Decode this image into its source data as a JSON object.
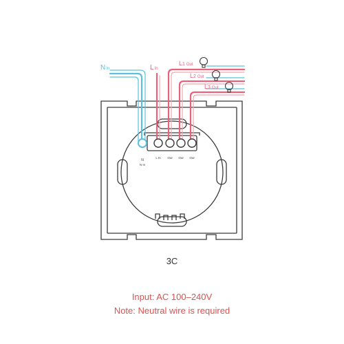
{
  "wires": {
    "neutral_in": {
      "letter": "N",
      "sub": "In"
    },
    "live_in": {
      "letter": "L",
      "sub": "In"
    },
    "l1_out": {
      "letter": "L",
      "num": "1",
      "sub": "Out"
    },
    "l2_out": {
      "letter": "L",
      "num": "2",
      "sub": "Out"
    },
    "l3_out": {
      "letter": "L",
      "num": "3",
      "sub": "Out"
    }
  },
  "terminals": {
    "neutral": {
      "symbol": "N",
      "label": "N In"
    },
    "live": {
      "label": "L In"
    },
    "out1": {
      "label": "Out"
    },
    "out2": {
      "label": "Out"
    },
    "out3": {
      "label": "Out"
    }
  },
  "model_label": "3C",
  "notes": {
    "input": "Input: AC 100–240V",
    "neutral": "Note: Neutral wire is required"
  },
  "colors": {
    "neutral_wire": "#5bc0de",
    "live_wire": "#e8627a",
    "live_wire_light": "#f2a7b3",
    "outline": "#3a3a3a",
    "note_text": "#d9534f"
  }
}
